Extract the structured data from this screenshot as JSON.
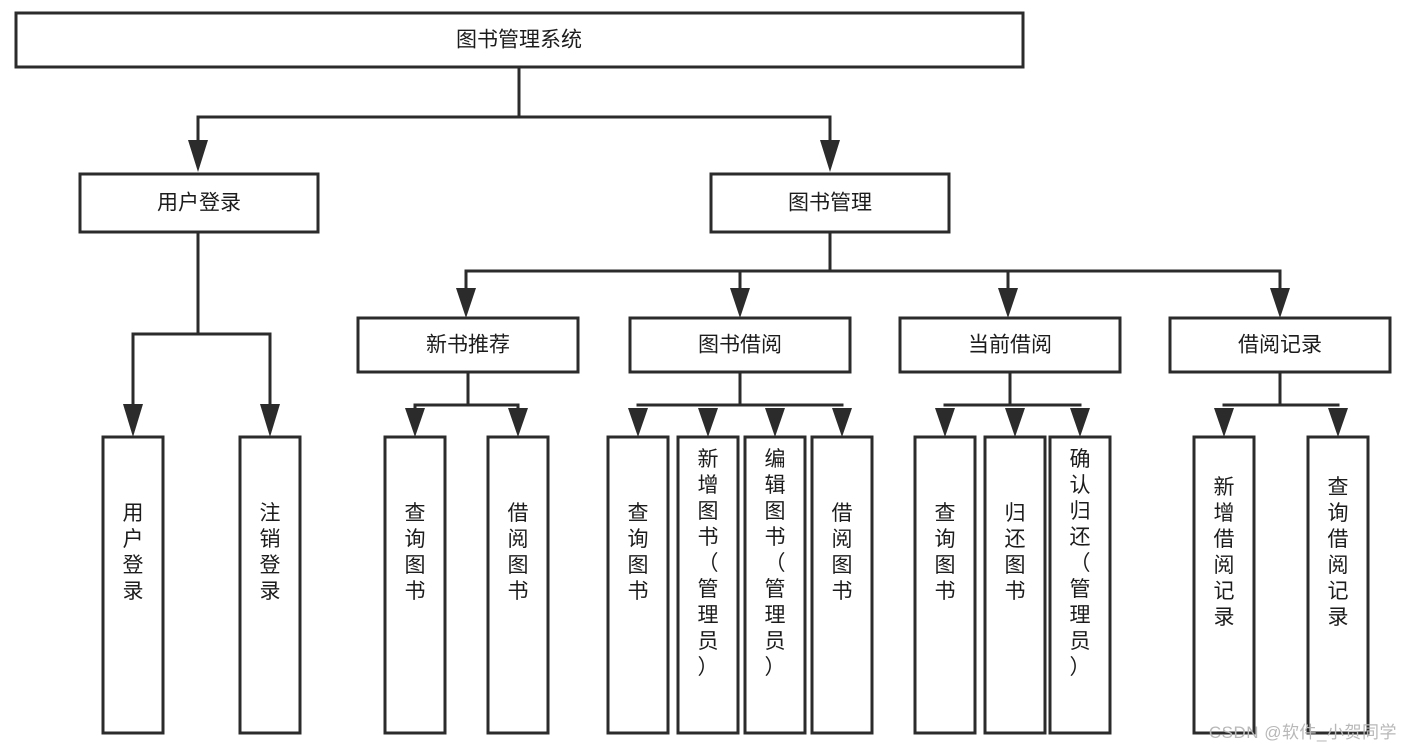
{
  "diagram": {
    "title": "图书管理系统",
    "type": "tree",
    "root": {
      "id": "root",
      "label": "图书管理系统",
      "orientation": "horizontal"
    },
    "level2": [
      {
        "id": "user-login",
        "label": "用户登录",
        "orientation": "horizontal"
      },
      {
        "id": "book-manage",
        "label": "图书管理",
        "orientation": "horizontal"
      }
    ],
    "level3": [
      {
        "id": "new-book-rec",
        "label": "新书推荐",
        "parent": "book-manage",
        "orientation": "horizontal"
      },
      {
        "id": "book-borrow",
        "label": "图书借阅",
        "parent": "book-manage",
        "orientation": "horizontal"
      },
      {
        "id": "current-borrow",
        "label": "当前借阅",
        "parent": "book-manage",
        "orientation": "horizontal"
      },
      {
        "id": "borrow-record",
        "label": "借阅记录",
        "parent": "book-manage",
        "orientation": "horizontal"
      }
    ],
    "leaves": [
      {
        "id": "leaf-user-login",
        "label": "用户登录",
        "parent": "user-login",
        "orientation": "vertical"
      },
      {
        "id": "leaf-logout",
        "label": "注销登录",
        "parent": "user-login",
        "orientation": "vertical"
      },
      {
        "id": "leaf-query-book-1",
        "label": "查询图书",
        "parent": "new-book-rec",
        "orientation": "vertical"
      },
      {
        "id": "leaf-borrow-book-1",
        "label": "借阅图书",
        "parent": "new-book-rec",
        "orientation": "vertical"
      },
      {
        "id": "leaf-query-book-2",
        "label": "查询图书",
        "parent": "book-borrow",
        "orientation": "vertical"
      },
      {
        "id": "leaf-add-book",
        "label": "新增图书（管理员）",
        "parent": "book-borrow",
        "orientation": "vertical"
      },
      {
        "id": "leaf-edit-book",
        "label": "编辑图书（管理员）",
        "parent": "book-borrow",
        "orientation": "vertical"
      },
      {
        "id": "leaf-borrow-book-2",
        "label": "借阅图书",
        "parent": "book-borrow",
        "orientation": "vertical"
      },
      {
        "id": "leaf-query-book-3",
        "label": "查询图书",
        "parent": "current-borrow",
        "orientation": "vertical"
      },
      {
        "id": "leaf-return-book",
        "label": "归还图书",
        "parent": "current-borrow",
        "orientation": "vertical"
      },
      {
        "id": "leaf-confirm-return",
        "label": "确认归还（管理员）",
        "parent": "current-borrow",
        "orientation": "vertical"
      },
      {
        "id": "leaf-add-record",
        "label": "新增借阅记录",
        "parent": "borrow-record",
        "orientation": "vertical"
      },
      {
        "id": "leaf-query-record",
        "label": "查询借阅记录",
        "parent": "borrow-record",
        "orientation": "vertical"
      }
    ],
    "watermark": "CSDN @软件_小贺同学",
    "colors": {
      "box_stroke": "#2b2b2b",
      "box_fill": "#ffffff",
      "text": "#1c1c1c",
      "background": "#ffffff",
      "watermark": "#b8b8b8"
    }
  }
}
